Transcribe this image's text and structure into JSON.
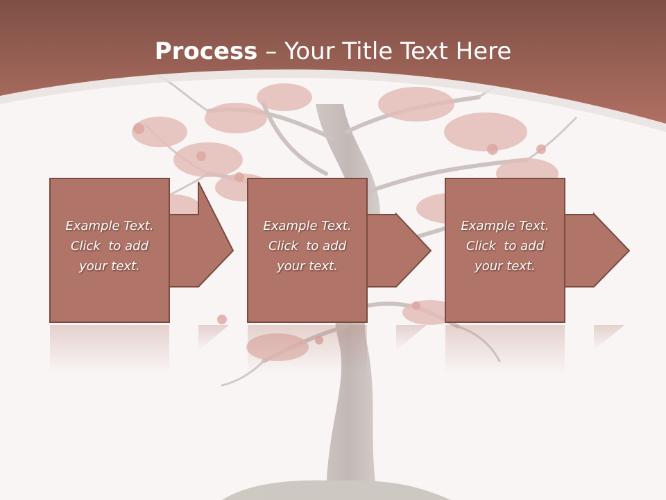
{
  "slide": {
    "title_bold": "Process",
    "title_rest": " – Your Title Text Here",
    "colors": {
      "header_dark": "#7e4f45",
      "header_light": "#b07063",
      "box_fill": "#b07568",
      "box_border": "#7a4a40",
      "background": "#f9f5f5"
    },
    "steps": [
      {
        "line1": "Example Text.",
        "line2": "Click  to add",
        "line3": "your text."
      },
      {
        "line1": "Example Text.",
        "line2": "Click  to add",
        "line3": "your text."
      },
      {
        "line1": "Example Text.",
        "line2": "Click  to add",
        "line3": "your text."
      }
    ]
  }
}
